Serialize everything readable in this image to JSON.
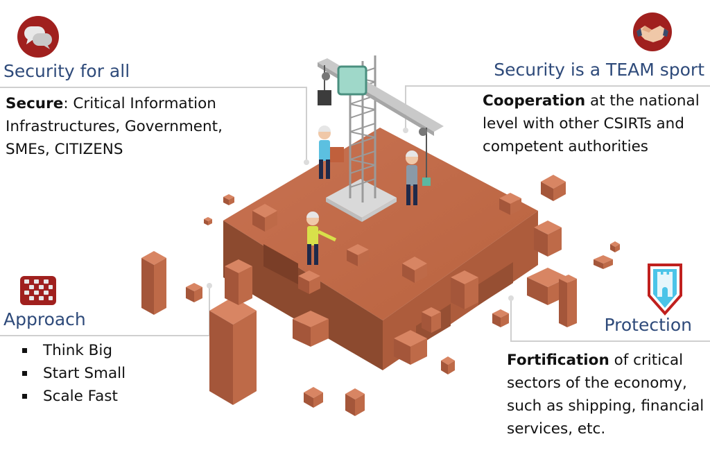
{
  "sections": {
    "security_for_all": {
      "heading": "Security for all",
      "bold": "Secure",
      "rest": ": Critical Information Infrastructures, Government, SMEs, CITIZENS",
      "icon": "speech-bubbles-icon"
    },
    "team_sport": {
      "heading": "Security is a TEAM sport",
      "bold": "Cooperation",
      "rest": " at the national level with other CSIRTs and competent authorities",
      "icon": "handshake-icon"
    },
    "approach": {
      "heading": "Approach",
      "items": [
        "Think Big",
        "Start Small",
        "Scale Fast"
      ],
      "icon": "checkerboard-icon"
    },
    "protection": {
      "heading": "Protection",
      "bold": "Fortification",
      "rest": " of critical sectors of the economy, such as shipping, financial services, etc.",
      "icon": "castle-shield-icon"
    }
  },
  "colors": {
    "heading": "#2e4a7a",
    "accent_red": "#a0201e",
    "block_top": "#c8704e",
    "block_left": "#8f4a30",
    "block_right": "#b35e3e",
    "connector": "#c8c8c8",
    "shield_fill": "#4bc4e8"
  }
}
